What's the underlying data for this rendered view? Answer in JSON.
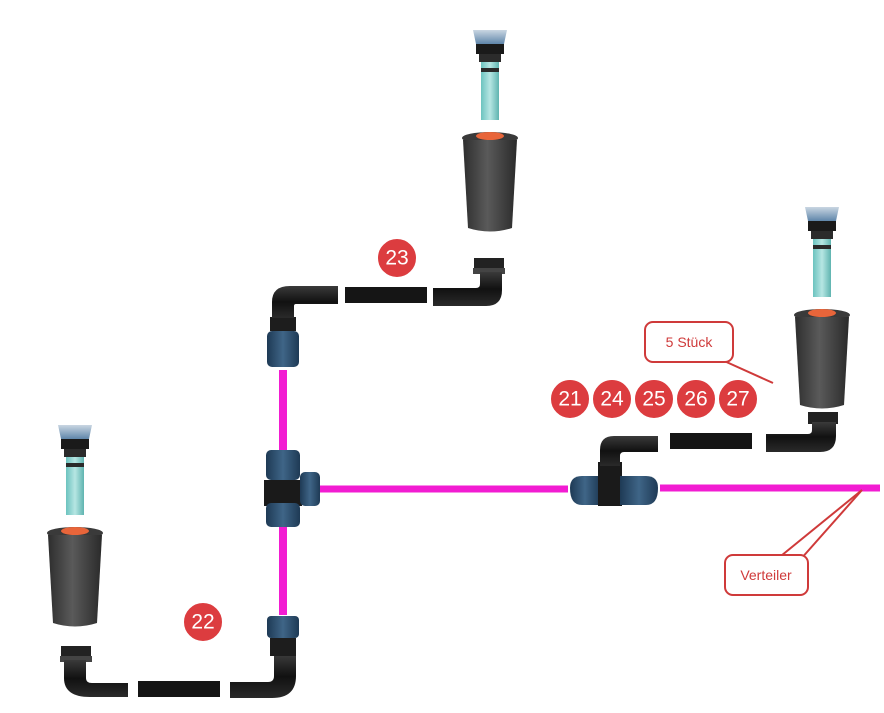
{
  "badges": {
    "b21": "21",
    "b22": "22",
    "b23": "23",
    "b24": "24",
    "b25": "25",
    "b26": "26",
    "b27": "27"
  },
  "callouts": {
    "quantity": "5 Stück",
    "distributor": "Verteiler"
  },
  "colors": {
    "pipe": "#f21cd2",
    "badge": "#dc3c3f",
    "callout_border": "#cf3a3a",
    "fitting_black": "#1c1c1c",
    "connector_blue": "#2c4a66",
    "sprinkler_body": "#4a4a4a",
    "nozzle_orange": "#e8653a",
    "nozzle_cap": "#7a9bb8",
    "riser_teal": "#8fd3d0"
  },
  "icons": {
    "sprinkler": "pop-up-sprinkler-icon",
    "elbow": "elbow-fitting-icon",
    "tee": "tee-connector-icon",
    "coupling": "compression-coupling-icon",
    "valve": "tee-valve-icon"
  }
}
